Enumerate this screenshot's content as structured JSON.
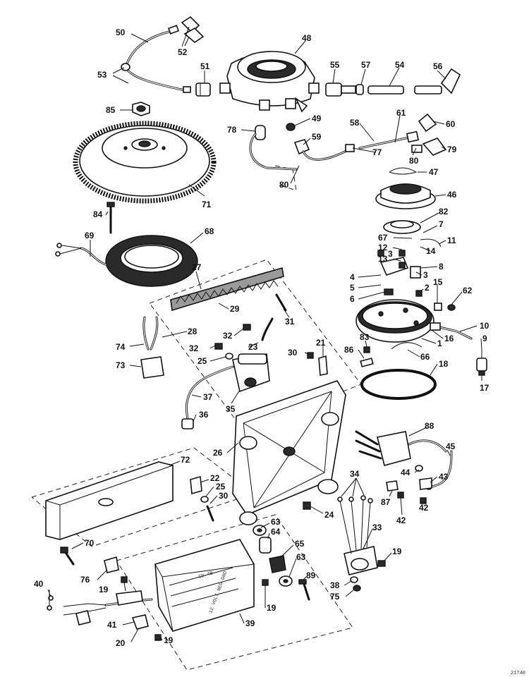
{
  "diagram": {
    "figure_code": "21740",
    "module_text_1": "CD-4B",
    "module_text_2": "12 VOLT  NEG GND",
    "labels": [
      {
        "id": "50",
        "t": "50"
      },
      {
        "id": "52",
        "t": "52"
      },
      {
        "id": "53",
        "t": "53"
      },
      {
        "id": "51",
        "t": "51"
      },
      {
        "id": "48",
        "t": "48"
      },
      {
        "id": "55",
        "t": "55"
      },
      {
        "id": "57",
        "t": "57"
      },
      {
        "id": "54",
        "t": "54"
      },
      {
        "id": "56",
        "t": "56"
      },
      {
        "id": "85",
        "t": "85"
      },
      {
        "id": "49",
        "t": "49"
      },
      {
        "id": "61",
        "t": "61"
      },
      {
        "id": "58",
        "t": "58"
      },
      {
        "id": "60",
        "t": "60"
      },
      {
        "id": "78",
        "t": "78"
      },
      {
        "id": "59",
        "t": "59"
      },
      {
        "id": "77",
        "t": "77"
      },
      {
        "id": "80a",
        "t": "80"
      },
      {
        "id": "79",
        "t": "79"
      },
      {
        "id": "47",
        "t": "47"
      },
      {
        "id": "80b",
        "t": "80"
      },
      {
        "id": "71",
        "t": "71"
      },
      {
        "id": "46",
        "t": "46"
      },
      {
        "id": "84",
        "t": "84"
      },
      {
        "id": "82",
        "t": "82"
      },
      {
        "id": "68",
        "t": "68"
      },
      {
        "id": "7",
        "t": "7"
      },
      {
        "id": "67",
        "t": "67"
      },
      {
        "id": "69",
        "t": "69"
      },
      {
        "id": "11",
        "t": "11"
      },
      {
        "id": "12",
        "t": "12"
      },
      {
        "id": "14",
        "t": "14"
      },
      {
        "id": "3a",
        "t": "3"
      },
      {
        "id": "13",
        "t": "13"
      },
      {
        "id": "8",
        "t": "8"
      },
      {
        "id": "27",
        "t": "27"
      },
      {
        "id": "3b",
        "t": "3"
      },
      {
        "id": "4",
        "t": "4"
      },
      {
        "id": "2",
        "t": "2"
      },
      {
        "id": "15",
        "t": "15"
      },
      {
        "id": "5",
        "t": "5"
      },
      {
        "id": "62",
        "t": "62"
      },
      {
        "id": "6",
        "t": "6"
      },
      {
        "id": "29",
        "t": "29"
      },
      {
        "id": "31",
        "t": "31"
      },
      {
        "id": "28",
        "t": "28"
      },
      {
        "id": "32a",
        "t": "32"
      },
      {
        "id": "10",
        "t": "10"
      },
      {
        "id": "16",
        "t": "16"
      },
      {
        "id": "1",
        "t": "1"
      },
      {
        "id": "9",
        "t": "9"
      },
      {
        "id": "74",
        "t": "74"
      },
      {
        "id": "32b",
        "t": "32"
      },
      {
        "id": "23",
        "t": "23"
      },
      {
        "id": "21",
        "t": "21"
      },
      {
        "id": "83",
        "t": "83"
      },
      {
        "id": "30a",
        "t": "30"
      },
      {
        "id": "86",
        "t": "86"
      },
      {
        "id": "66",
        "t": "66"
      },
      {
        "id": "73",
        "t": "73"
      },
      {
        "id": "25a",
        "t": "25"
      },
      {
        "id": "18",
        "t": "18"
      },
      {
        "id": "17",
        "t": "17"
      },
      {
        "id": "37",
        "t": "37"
      },
      {
        "id": "35",
        "t": "35"
      },
      {
        "id": "36",
        "t": "36"
      },
      {
        "id": "88",
        "t": "88"
      },
      {
        "id": "45",
        "t": "45"
      },
      {
        "id": "26",
        "t": "26"
      },
      {
        "id": "72",
        "t": "72"
      },
      {
        "id": "44",
        "t": "44"
      },
      {
        "id": "43",
        "t": "43"
      },
      {
        "id": "22",
        "t": "22"
      },
      {
        "id": "34",
        "t": "34"
      },
      {
        "id": "25b",
        "t": "25"
      },
      {
        "id": "30b",
        "t": "30"
      },
      {
        "id": "87",
        "t": "87"
      },
      {
        "id": "42a",
        "t": "42"
      },
      {
        "id": "42b",
        "t": "42"
      },
      {
        "id": "24",
        "t": "24"
      },
      {
        "id": "63a",
        "t": "63"
      },
      {
        "id": "64",
        "t": "64"
      },
      {
        "id": "33",
        "t": "33"
      },
      {
        "id": "70",
        "t": "70"
      },
      {
        "id": "65",
        "t": "65"
      },
      {
        "id": "19a",
        "t": "19"
      },
      {
        "id": "76",
        "t": "76"
      },
      {
        "id": "63b",
        "t": "63"
      },
      {
        "id": "89",
        "t": "89"
      },
      {
        "id": "19b",
        "t": "19"
      },
      {
        "id": "40",
        "t": "40"
      },
      {
        "id": "38",
        "t": "38"
      },
      {
        "id": "75",
        "t": "75"
      },
      {
        "id": "19c",
        "t": "19"
      },
      {
        "id": "41",
        "t": "41"
      },
      {
        "id": "39",
        "t": "39"
      },
      {
        "id": "20",
        "t": "20"
      },
      {
        "id": "19d",
        "t": "19"
      }
    ]
  }
}
